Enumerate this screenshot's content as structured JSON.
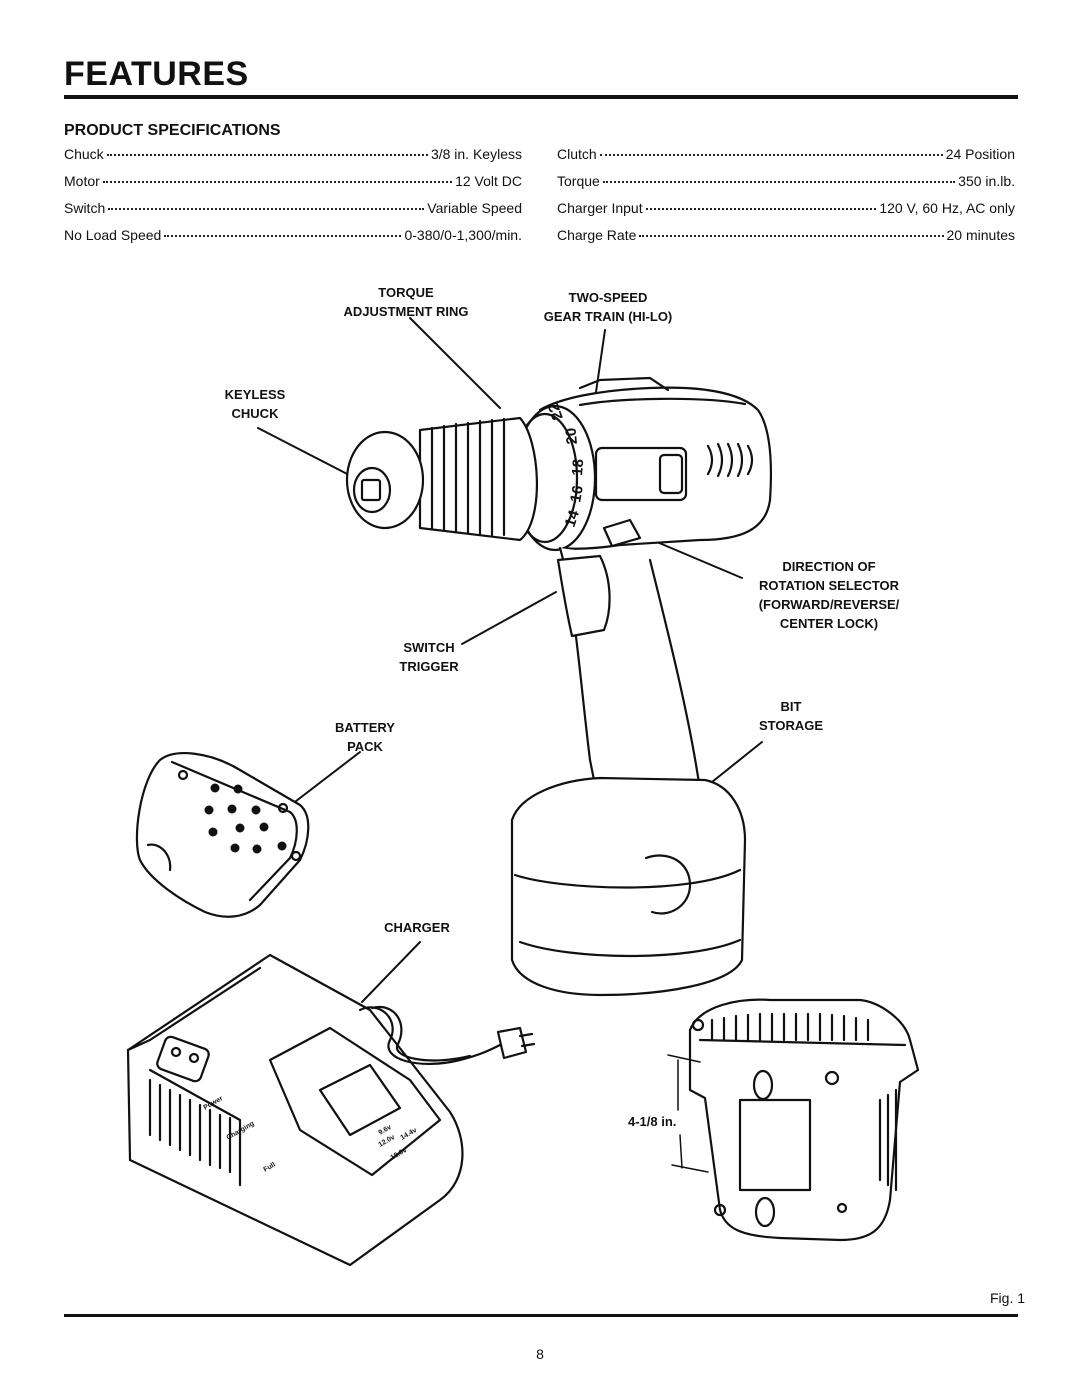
{
  "page": {
    "title": "FEATURES",
    "section_heading": "PRODUCT SPECIFICATIONS",
    "figure_label": "Fig. 1",
    "page_number": "8"
  },
  "specs_left": [
    {
      "label": "Chuck",
      "value": "3/8 in. Keyless"
    },
    {
      "label": "Motor",
      "value": "12 Volt DC"
    },
    {
      "label": "Switch",
      "value": "Variable Speed"
    },
    {
      "label": "No Load Speed",
      "value": "0-380/0-1,300/min."
    }
  ],
  "specs_right": [
    {
      "label": "Clutch",
      "value": "24 Position"
    },
    {
      "label": "Torque",
      "value": "350 in.lb."
    },
    {
      "label": "Charger Input",
      "value": "120 V, 60 Hz, AC only"
    },
    {
      "label": "Charge Rate",
      "value": "20 minutes"
    }
  ],
  "callouts": {
    "torque_ring": [
      "TORQUE",
      "ADJUSTMENT RING"
    ],
    "two_speed": [
      "TWO-SPEED",
      "GEAR TRAIN (HI-LO)"
    ],
    "keyless_chuck": [
      "KEYLESS",
      "CHUCK"
    ],
    "direction": [
      "DIRECTION OF",
      "ROTATION SELECTOR",
      "(FORWARD/REVERSE/",
      "CENTER LOCK)"
    ],
    "switch_trigger": [
      "SWITCH",
      "TRIGGER"
    ],
    "bit_storage": [
      "BIT",
      "STORAGE"
    ],
    "battery_pack": [
      "BATTERY",
      "PACK"
    ],
    "charger": [
      "CHARGER"
    ],
    "dimension": "4-1/8 in."
  },
  "clutch_numbers": [
    "14",
    "16",
    "18",
    "20",
    "22"
  ],
  "charger_labels": {
    "power": "Power",
    "charging": "Charging",
    "full": "Full",
    "voltages": [
      "9.6v",
      "12.0v",
      "14.4v",
      "18.0v"
    ]
  }
}
